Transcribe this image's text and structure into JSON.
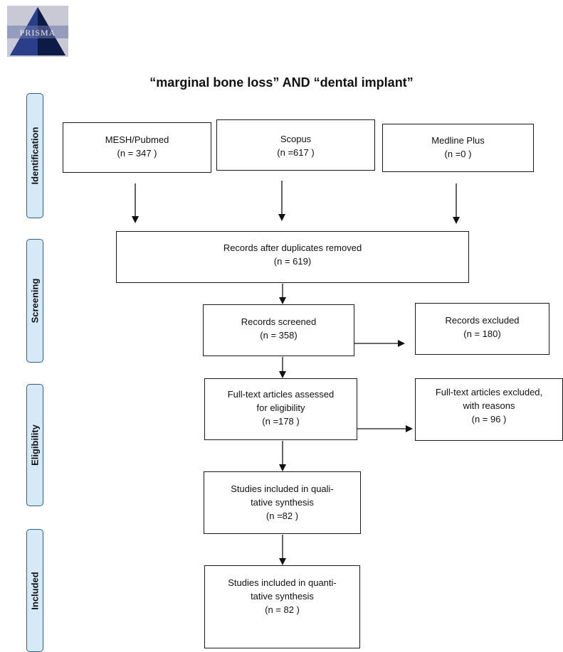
{
  "logo": {
    "text": "PRISMA"
  },
  "title": "“marginal bone loss” AND “dental implant”",
  "stages": {
    "identification": "Identification",
    "screening": "Screening",
    "eligibility": "Eligibility",
    "included": "Included"
  },
  "boxes": {
    "mesh": {
      "line1": "MESH/Pubmed",
      "line2": "(n = 347  )"
    },
    "scopus": {
      "line1": "Scopus",
      "line2": "(n =617 )"
    },
    "medline": {
      "line1": "Medline  Plus",
      "line2": "(n =0 )"
    },
    "duplicates": {
      "line1": "Records after duplicates removed",
      "line2": "(n = 619)"
    },
    "screened": {
      "line1": "Records screened",
      "line2": "(n = 358)"
    },
    "excluded": {
      "line1": "Records excluded",
      "line2": "(n =  180)"
    },
    "fulltext": {
      "line1": "Full-text articles assessed",
      "line2": "for eligibility",
      "line3": "(n =178 )"
    },
    "fulltext_excluded": {
      "line1": "Full-text articles excluded,",
      "line2": "with reasons",
      "line3": "(n = 96 )"
    },
    "qualitative": {
      "line1": "Studies included in quali-",
      "line2": "tative synthesis",
      "line3": "(n =82 )"
    },
    "quantitative": {
      "line1": "Studies included in quanti-",
      "line2": "tative synthesis",
      "line3": "(n =  82 )"
    }
  }
}
